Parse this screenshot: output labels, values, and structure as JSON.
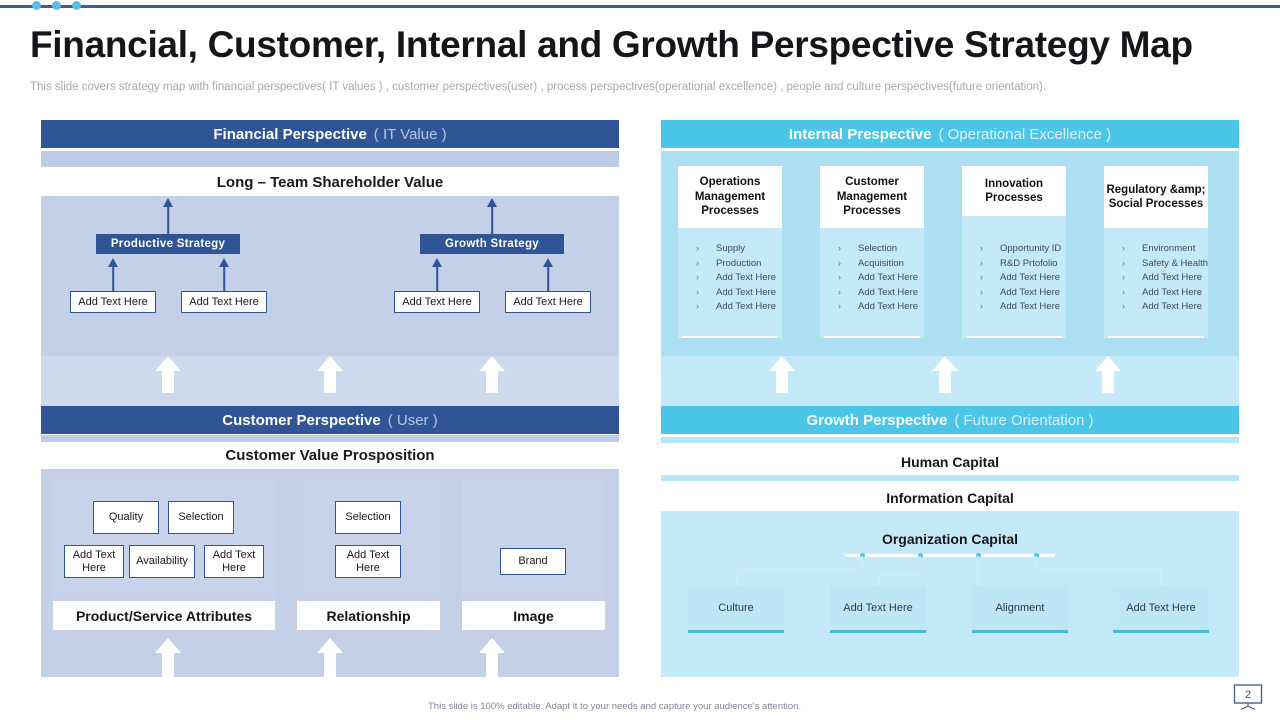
{
  "slide": {
    "title": "Financial, Customer, Internal and Growth Perspective Strategy Map",
    "subtitle": "This slide covers  strategy map with financial  perspectives(  IT  values )  ,  customer perspectives(user)  ,  process perspectives(operational   excellence)  ,  people and culture perspectives(future   orientation).",
    "footer_note": "This slide is 100% editable.  Adapt it to your needs and capture your audience's attention.",
    "page_number": "2"
  },
  "colors": {
    "navy": "#2f5597",
    "navy_light": "#c3d0e8",
    "cyan": "#4bc5e8",
    "cyan_light": "#addff3",
    "accent_rule": "#3e5d8c",
    "dot": "#56bfe3"
  },
  "financial": {
    "bar_main": "Financial Perspective",
    "bar_paren": "( IT  Value )",
    "section_title": "Long – Team Shareholder Value",
    "strategies": [
      {
        "label": "Productive  Strategy",
        "children": [
          "Add Text Here",
          "Add Text Here"
        ]
      },
      {
        "label": "Growth  Strategy",
        "children": [
          "Add Text Here",
          "Add Text Here"
        ]
      }
    ]
  },
  "customer": {
    "bar_main": "Customer  Perspective",
    "bar_paren": "( User )",
    "section_title": "Customer Value Prosposition",
    "columns": [
      {
        "label": "Product/Service Attributes",
        "row1": [
          "Quality",
          "Selection"
        ],
        "row2": [
          "Add Text Here",
          "Availability",
          "Add Text Here"
        ]
      },
      {
        "label": "Relationship",
        "row1": [
          "Selection"
        ],
        "row2": [
          "Add Text Here"
        ]
      },
      {
        "label": "Image",
        "row1": [],
        "row2": [
          "Brand"
        ]
      }
    ]
  },
  "internal": {
    "bar_main": "Internal Prespective",
    "bar_paren": "( Operational Excellence )",
    "cards": [
      {
        "heading": "Operations Management Processes",
        "items": [
          "Supply",
          "Production",
          "Add Text Here",
          "Add Text Here",
          "Add Text Here"
        ]
      },
      {
        "heading": "Customer Management Processes",
        "items": [
          "Selection",
          "Acquisition",
          "Add Text Here",
          "Add Text Here",
          "Add Text Here"
        ]
      },
      {
        "heading": "Innovation Processes",
        "items": [
          "Opportunity ID",
          "R&D Prtofolio",
          "Add Text Here",
          "Add Text Here",
          "Add Text Here"
        ]
      },
      {
        "heading": "Regulatory &amp; Social Processes",
        "items": [
          "Environment",
          "Safety & Health",
          "Add Text Here",
          "Add Text Here",
          "Add Text Here"
        ]
      }
    ]
  },
  "growth": {
    "bar_main": "Growth Perspective",
    "bar_paren": "( Future  Orientation )",
    "human_capital": "Human Capital",
    "information_capital": "Information  Capital",
    "organization_capital": "Organization Capital",
    "org_items": [
      "Culture",
      "Add Text Here",
      "Alignment",
      "Add Text Here"
    ]
  }
}
